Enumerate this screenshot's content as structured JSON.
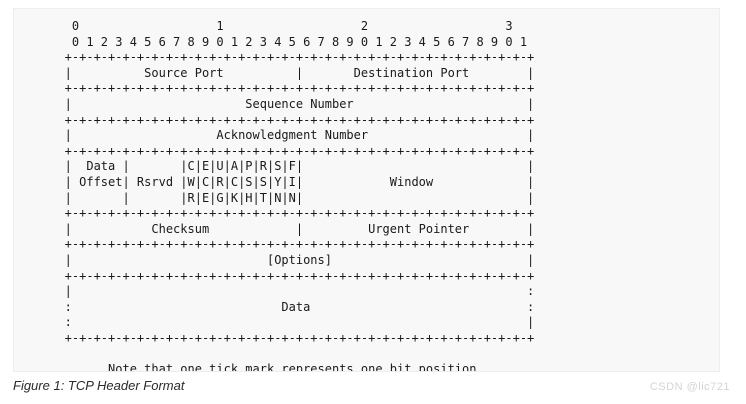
{
  "figure": {
    "caption": "Figure 1: TCP Header Format",
    "watermark": "CSDN @lic721",
    "note": "Note that one tick mark represents one bit position.",
    "panel_bg": "#f8f8f8",
    "text_color": "#1a1a1a",
    "watermark_color": "#d4d4d4"
  },
  "bit_ruler": {
    "decade_row": "    0                   1                   2                   3",
    "unit_row": "    0 1 2 3 4 5 6 7 8 9 0 1 2 3 4 5 6 7 8 9 0 1 2 3 4 5 6 7 8 9 0 1",
    "tick_row": "   +-+-+-+-+-+-+-+-+-+-+-+-+-+-+-+-+-+-+-+-+-+-+-+-+-+-+-+-+-+-+-+-+",
    "decade_labels": [
      "0",
      "1",
      "2",
      "3"
    ],
    "unit_labels": [
      "0",
      "1",
      "2",
      "3",
      "4",
      "5",
      "6",
      "7",
      "8",
      "9",
      "0",
      "1",
      "2",
      "3",
      "4",
      "5",
      "6",
      "7",
      "8",
      "9",
      "0",
      "1",
      "2",
      "3",
      "4",
      "5",
      "6",
      "7",
      "8",
      "9",
      "0",
      "1"
    ],
    "total_bits": 32
  },
  "header_fields": [
    {
      "name": "Source Port",
      "bits": 16
    },
    {
      "name": "Destination Port",
      "bits": 16
    },
    {
      "name": "Sequence Number",
      "bits": 32
    },
    {
      "name": "Acknowledgment Number",
      "bits": 32
    },
    {
      "name": "Data Offset",
      "bits": 4
    },
    {
      "name": "Rsrvd",
      "bits": 4
    },
    {
      "name": "CWR",
      "bits": 1
    },
    {
      "name": "ECE",
      "bits": 1
    },
    {
      "name": "URG",
      "bits": 1
    },
    {
      "name": "ACK",
      "bits": 1
    },
    {
      "name": "PSH",
      "bits": 1
    },
    {
      "name": "RST",
      "bits": 1
    },
    {
      "name": "SYN",
      "bits": 1
    },
    {
      "name": "FIN",
      "bits": 1
    },
    {
      "name": "Window",
      "bits": 16
    },
    {
      "name": "Checksum",
      "bits": 16
    },
    {
      "name": "Urgent Pointer",
      "bits": 16
    },
    {
      "name": "[Options]",
      "bits": 32
    },
    {
      "name": "Data",
      "bits": 0
    }
  ],
  "flag_columns": [
    {
      "top": "C",
      "mid": "W",
      "bot": "R"
    },
    {
      "top": "E",
      "mid": "C",
      "bot": "E"
    },
    {
      "top": "U",
      "mid": "R",
      "bot": "G"
    },
    {
      "top": "A",
      "mid": "C",
      "bot": "K"
    },
    {
      "top": "P",
      "mid": "S",
      "bot": "H"
    },
    {
      "top": "R",
      "mid": "S",
      "bot": "T"
    },
    {
      "top": "S",
      "mid": "Y",
      "bot": "N"
    },
    {
      "top": "F",
      "mid": "I",
      "bot": "N"
    }
  ],
  "diagram_text": "    0                   1                   2                   3\n    0 1 2 3 4 5 6 7 8 9 0 1 2 3 4 5 6 7 8 9 0 1 2 3 4 5 6 7 8 9 0 1\n   +-+-+-+-+-+-+-+-+-+-+-+-+-+-+-+-+-+-+-+-+-+-+-+-+-+-+-+-+-+-+-+-+\n   |          Source Port          |       Destination Port        |\n   +-+-+-+-+-+-+-+-+-+-+-+-+-+-+-+-+-+-+-+-+-+-+-+-+-+-+-+-+-+-+-+-+\n   |                        Sequence Number                        |\n   +-+-+-+-+-+-+-+-+-+-+-+-+-+-+-+-+-+-+-+-+-+-+-+-+-+-+-+-+-+-+-+-+\n   |                    Acknowledgment Number                      |\n   +-+-+-+-+-+-+-+-+-+-+-+-+-+-+-+-+-+-+-+-+-+-+-+-+-+-+-+-+-+-+-+-+\n   |  Data |       |C|E|U|A|P|R|S|F|                               |\n   | Offset| Rsrvd |W|C|R|C|S|S|Y|I|            Window             |\n   |       |       |R|E|G|K|H|T|N|N|                               |\n   +-+-+-+-+-+-+-+-+-+-+-+-+-+-+-+-+-+-+-+-+-+-+-+-+-+-+-+-+-+-+-+-+\n   |           Checksum            |         Urgent Pointer        |\n   +-+-+-+-+-+-+-+-+-+-+-+-+-+-+-+-+-+-+-+-+-+-+-+-+-+-+-+-+-+-+-+-+\n   |                           [Options]                           |\n   +-+-+-+-+-+-+-+-+-+-+-+-+-+-+-+-+-+-+-+-+-+-+-+-+-+-+-+-+-+-+-+-+\n   |                                                               :\n   :                             Data                              :\n   :                                                               |\n   +-+-+-+-+-+-+-+-+-+-+-+-+-+-+-+-+-+-+-+-+-+-+-+-+-+-+-+-+-+-+-+-+\n\n         Note that one tick mark represents one bit position."
}
